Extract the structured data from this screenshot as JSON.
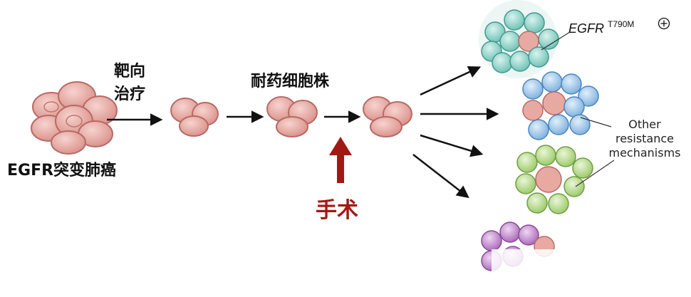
{
  "diagram": {
    "start_label": "EGFR突变肺癌",
    "step1_label_line1": "靶向",
    "step1_label_line2": "治疗",
    "step2_label": "耐药细胞株",
    "intervention_label": "手术",
    "mutation_label_gene": "EGFR",
    "mutation_label_variant": "T790M",
    "mutation_label_sign": "⊕",
    "other_line1": "Other",
    "other_line2": "resistance",
    "other_line3": "mechanisms"
  },
  "colors": {
    "cell_pink": "#e8a9a3",
    "cell_pink_edge": "#b86a64",
    "teal": "#8fd3c9",
    "blue": "#9cc7ea",
    "green": "#b9dc8a",
    "purple": "#c58ad0",
    "surgery_red": "#a01a14",
    "arrow": "#111111"
  }
}
